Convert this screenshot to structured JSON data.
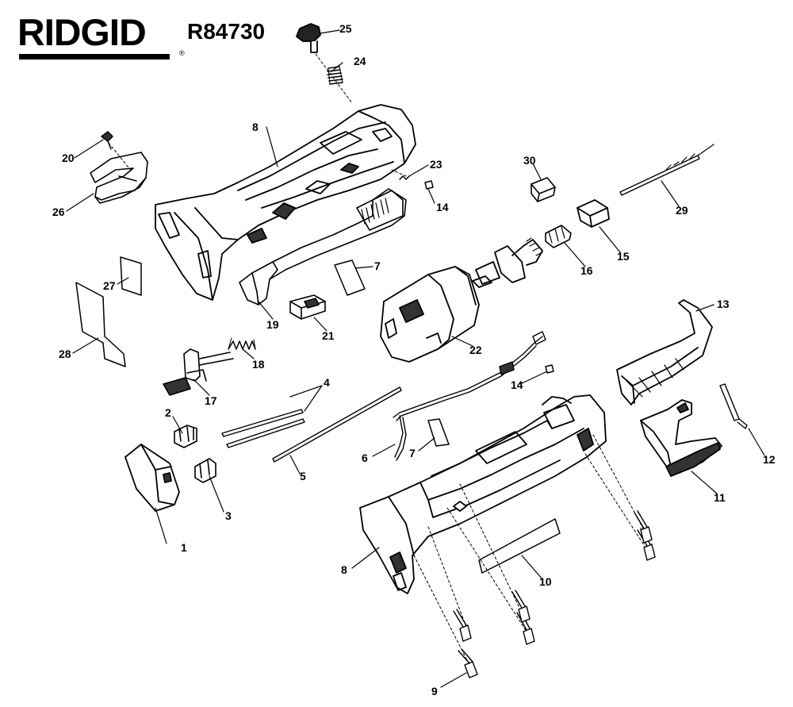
{
  "header": {
    "brand": "RIDGID",
    "registered_mark": "®",
    "model": "R84730"
  },
  "parts": [
    {
      "id": "p1",
      "number": "1"
    },
    {
      "id": "p2",
      "number": "2"
    },
    {
      "id": "p3",
      "number": "3"
    },
    {
      "id": "p4",
      "number": "4"
    },
    {
      "id": "p5",
      "number": "5"
    },
    {
      "id": "p6",
      "number": "6"
    },
    {
      "id": "p7a",
      "number": "7"
    },
    {
      "id": "p7b",
      "number": "7"
    },
    {
      "id": "p8a",
      "number": "8"
    },
    {
      "id": "p8b",
      "number": "8"
    },
    {
      "id": "p9",
      "number": "9"
    },
    {
      "id": "p10",
      "number": "10"
    },
    {
      "id": "p11",
      "number": "11"
    },
    {
      "id": "p12",
      "number": "12"
    },
    {
      "id": "p13",
      "number": "13"
    },
    {
      "id": "p14a",
      "number": "14"
    },
    {
      "id": "p14b",
      "number": "14"
    },
    {
      "id": "p15",
      "number": "15"
    },
    {
      "id": "p16",
      "number": "16"
    },
    {
      "id": "p17",
      "number": "17"
    },
    {
      "id": "p18",
      "number": "18"
    },
    {
      "id": "p19",
      "number": "19"
    },
    {
      "id": "p20",
      "number": "20"
    },
    {
      "id": "p21",
      "number": "21"
    },
    {
      "id": "p22",
      "number": "22"
    },
    {
      "id": "p23",
      "number": "23"
    },
    {
      "id": "p24",
      "number": "24"
    },
    {
      "id": "p25",
      "number": "25"
    },
    {
      "id": "p26",
      "number": "26"
    },
    {
      "id": "p27",
      "number": "27"
    },
    {
      "id": "p28",
      "number": "28"
    },
    {
      "id": "p29",
      "number": "29"
    },
    {
      "id": "p30",
      "number": "30"
    }
  ]
}
